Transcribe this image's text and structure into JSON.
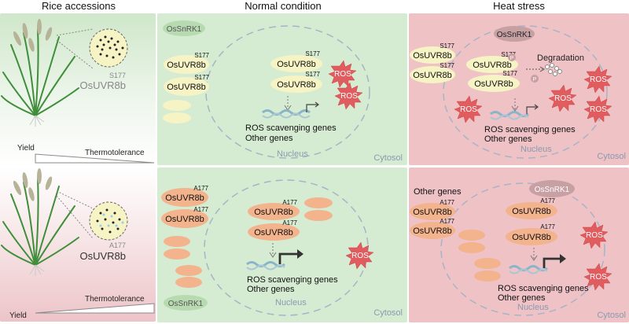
{
  "headers": {
    "rice": "Rice accessions",
    "normal": "Normal condition",
    "heat": "Heat stress"
  },
  "protein": "OsUVR8b",
  "s177": "S177",
  "a177": "A177",
  "kinase": "OsSnRK1",
  "ros": "ROS",
  "phospho": "P",
  "degradation": "Degradation",
  "gene_ros": "ROS scavenging genes",
  "gene_other": "Other genes",
  "nucleus": "Nucleus",
  "cytosol": "Cytosol",
  "yield": "Yield",
  "thermo": "Thermotolerance",
  "colors": {
    "normal_bg": "#d6ecd2",
    "heat_bg": "#efc2c6",
    "s177_protein": "#f6f3c4",
    "a177_protein": "#f2b38d",
    "kinase": "#c7a0a4",
    "ros": "#e05c5e"
  }
}
